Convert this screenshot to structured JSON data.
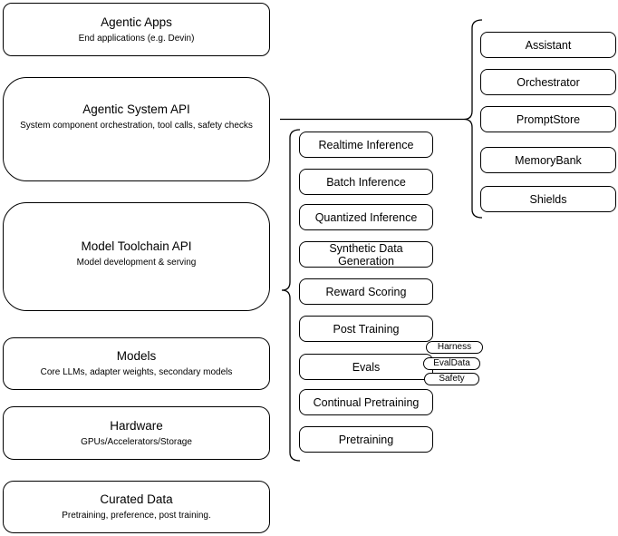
{
  "diagram": {
    "left_stack": [
      {
        "title": "Agentic Apps",
        "subtitle": "End applications (e.g. Devin)"
      },
      {
        "title": "Agentic System API",
        "subtitle": "System component orchestration, tool calls, safety checks"
      },
      {
        "title": "Model Toolchain API",
        "subtitle": "Model development & serving"
      },
      {
        "title": "Models",
        "subtitle": "Core LLMs, adapter weights, secondary models"
      },
      {
        "title": "Hardware",
        "subtitle": "GPUs/Accelerators/Storage"
      },
      {
        "title": "Curated Data",
        "subtitle": "Pretraining, preference, post training."
      }
    ],
    "toolchain_items": [
      "Realtime Inference",
      "Batch Inference",
      "Quantized Inference",
      "Synthetic Data Generation",
      "Reward Scoring",
      "Post Training",
      "Evals",
      "Continual Pretraining",
      "Pretraining"
    ],
    "eval_pills": [
      "Harness",
      "EvalData",
      "Safety"
    ],
    "system_components": [
      "Assistant",
      "Orchestrator",
      "PromptStore",
      "MemoryBank",
      "Shields"
    ],
    "colors": {
      "background": "#ffffff",
      "node_fill": "#ffffff",
      "border": "#000000",
      "text": "#000000"
    }
  }
}
